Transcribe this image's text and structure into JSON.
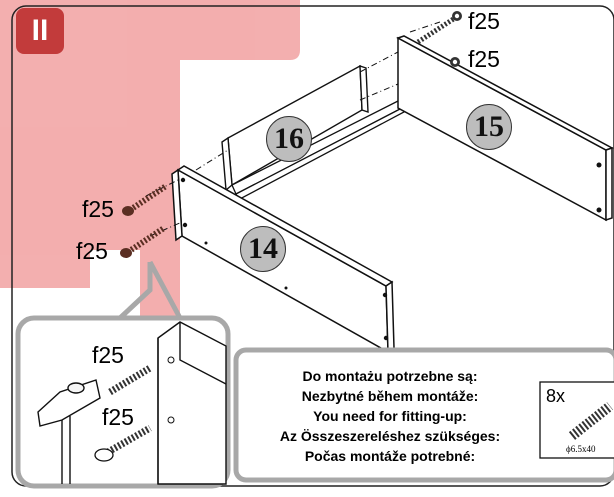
{
  "step": {
    "label": "II"
  },
  "fastener_labels": [
    "f25",
    "f25",
    "f25",
    "f25",
    "f25",
    "f25"
  ],
  "parts": {
    "p14": "14",
    "p15": "15",
    "p16": "16"
  },
  "parts_note": [
    "Do montażu potrzebne są:",
    "Nezbytné během montáže:",
    "You need for fitting-up:",
    "Az Összeszereléshez szükséges:",
    "Počas montáže potrebné:"
  ],
  "hardware": {
    "quantity": "8x",
    "size": "ϕ6.5x40"
  },
  "colors": {
    "accent_red": "#c23b3b",
    "watermark_red": "#f0a0a0",
    "frame_gray": "#a8a8a8",
    "part_badge": "#bdbdbd"
  }
}
